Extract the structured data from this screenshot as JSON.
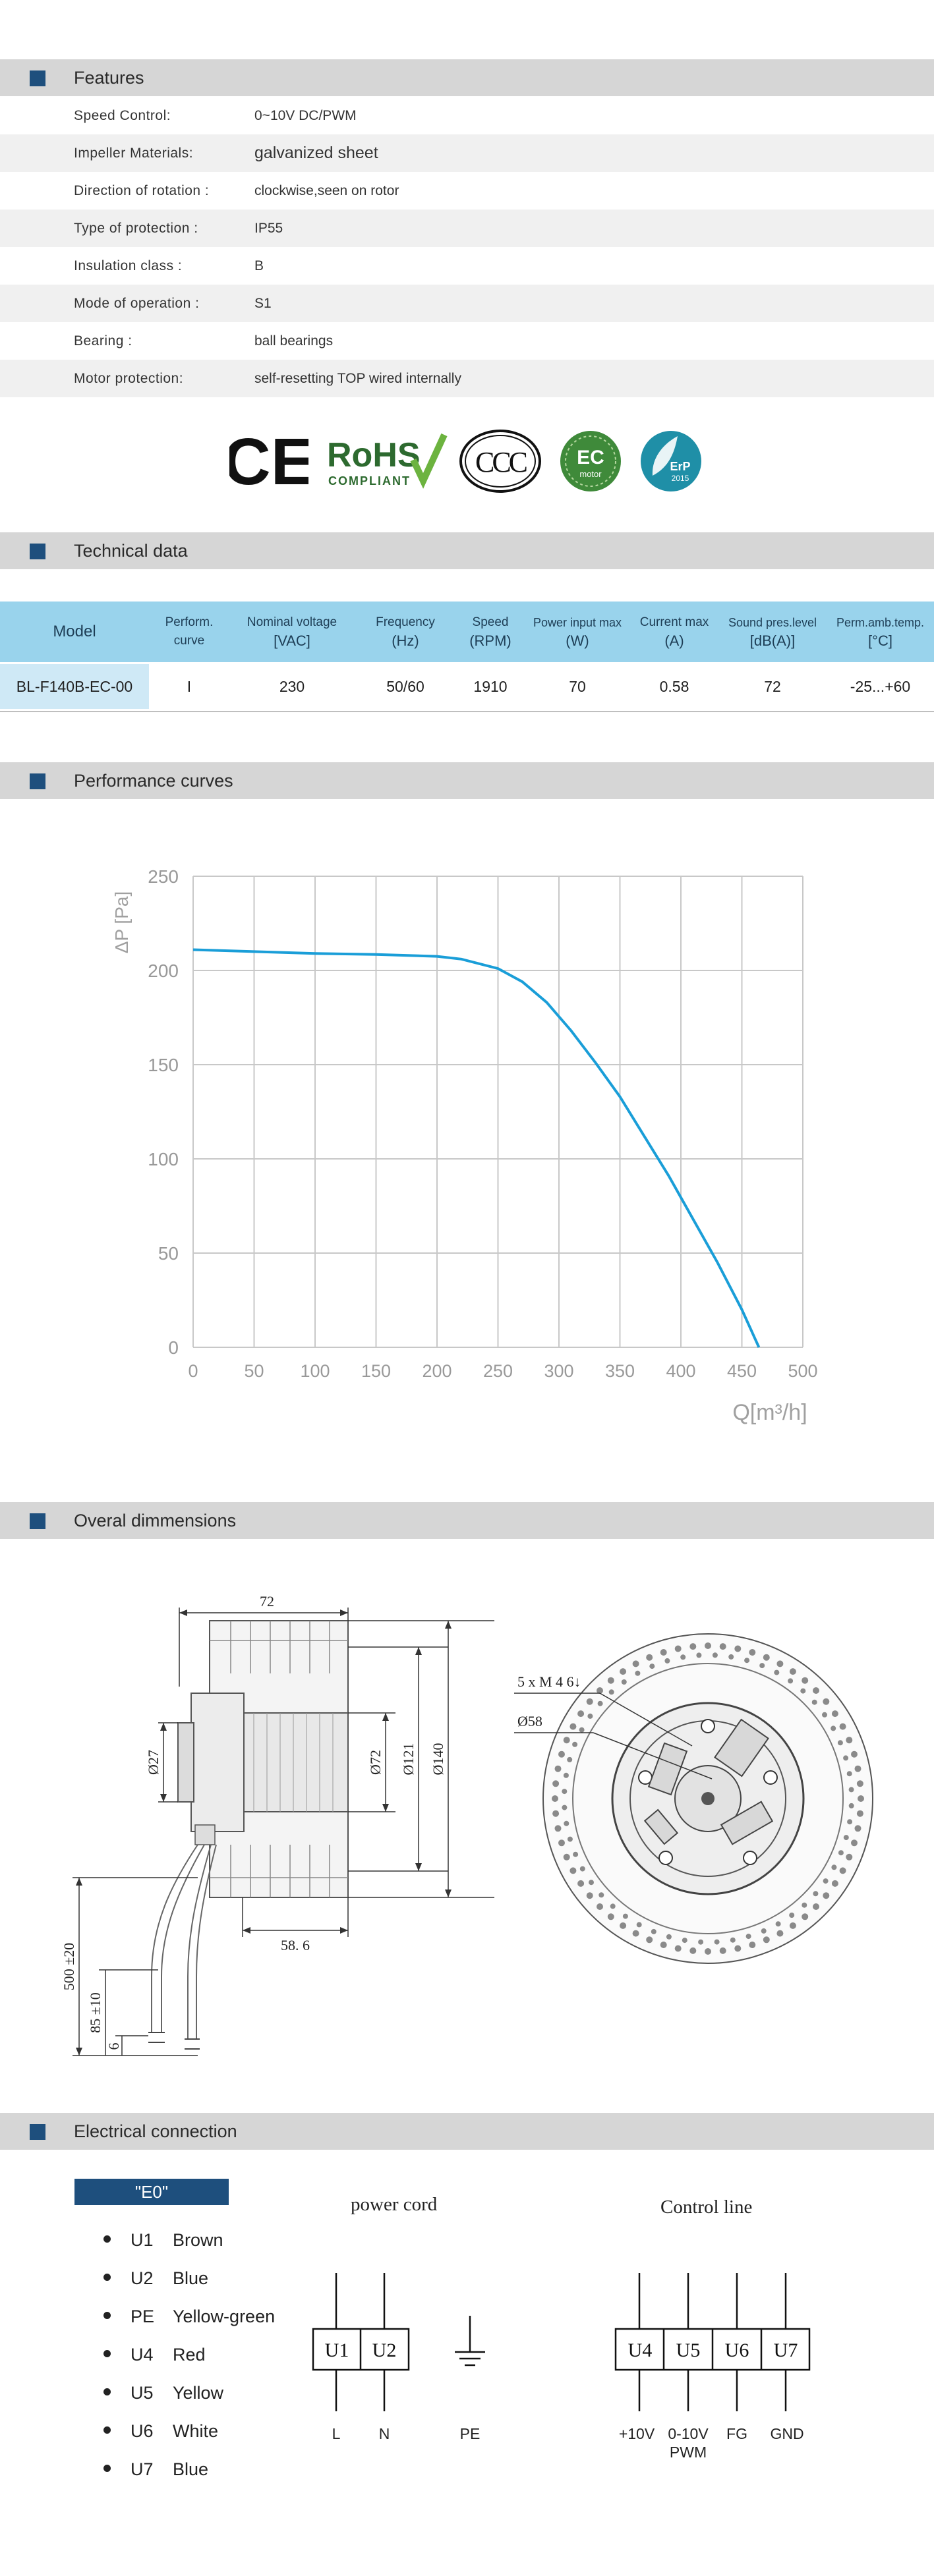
{
  "colors": {
    "section_bar": "#d6d6d6",
    "section_square": "#1e4f7d",
    "table_header": "#99d3ec",
    "model_cell": "#cfe9f6",
    "curve": "#1a9ed8",
    "grid": "#c8c8c8"
  },
  "sections": {
    "features": "Features",
    "technical": "Technical data",
    "performance": "Performance curves",
    "dimensions": "Overal dimmensions",
    "electrical": "Electrical  connection"
  },
  "features": [
    {
      "label": "Speed Control:",
      "value": "0~10V DC/PWM"
    },
    {
      "label": "Impeller Materials:",
      "value": "galvanized sheet"
    },
    {
      "label": "Direction  of  rotation  :",
      "value": "clockwise,seen on rotor"
    },
    {
      "label": "Type of protection :",
      "value": "IP55"
    },
    {
      "label": "Insulation  class :",
      "value": "B"
    },
    {
      "label": "Mode of operation :",
      "value": "S1"
    },
    {
      "label": "Bearing :",
      "value": "ball  bearings"
    },
    {
      "label": "Motor protection:",
      "value": "self-resetting TOP wired internally"
    }
  ],
  "certifications": {
    "ce": "CE",
    "rohs": "RoHS",
    "rohs_sub": "COMPLIANT",
    "ccc": "CCC",
    "ec": "EC",
    "ec_sub": "motor",
    "erp": "ErP",
    "erp_year": "2015"
  },
  "tech_table": {
    "headers": [
      {
        "line1": "Model",
        "line2": ""
      },
      {
        "line1": "Perform.",
        "line2": "curve"
      },
      {
        "line1": "Nominal  voltage",
        "line2": "[VAC]"
      },
      {
        "line1": "Frequency",
        "line2": "(Hz)"
      },
      {
        "line1": "Speed",
        "line2": "(RPM)"
      },
      {
        "line1": "Power input max",
        "line2": "(W)"
      },
      {
        "line1": "Current  max",
        "line2": "(A)"
      },
      {
        "line1": "Sound pres.level",
        "line2": "[dB(A)]"
      },
      {
        "line1": "Perm.amb.temp.",
        "line2": "[°C]"
      }
    ],
    "row": [
      "BL-F140B-EC-00",
      "I",
      "230",
      "50/60",
      "1910",
      "70",
      "0.58",
      "72",
      "-25...+60"
    ]
  },
  "chart_data": {
    "type": "line",
    "xlabel": "Q[m³/h]",
    "ylabel": "ΔP [Pa]",
    "xlim": [
      0,
      500
    ],
    "ylim": [
      0,
      250
    ],
    "x_ticks": [
      0,
      50,
      100,
      150,
      200,
      250,
      300,
      350,
      400,
      450,
      500
    ],
    "y_ticks": [
      0,
      50,
      100,
      150,
      200,
      250
    ],
    "grid": true,
    "series": [
      {
        "x": [
          0,
          50,
          100,
          150,
          200,
          220,
          250,
          270,
          290,
          310,
          330,
          350,
          370,
          390,
          410,
          430,
          450,
          464
        ],
        "y": [
          211,
          210,
          209,
          208.5,
          207.5,
          206,
          201,
          194,
          183,
          168,
          151,
          133,
          112,
          91,
          68,
          45,
          20,
          0
        ]
      }
    ]
  },
  "dimensions": {
    "width_top": "72",
    "depth_bottom": "58. 6",
    "dia_27": "Ø27",
    "dia_72": "Ø72",
    "dia_121": "Ø121",
    "dia_140": "Ø140",
    "cable_500": "500 ±20",
    "cable_85": "85 ±10",
    "strip_6": "6",
    "screws": "5 x M 4 6↓",
    "dia_58": "Ø58"
  },
  "electrical": {
    "code": "\"E0\"",
    "wires": [
      {
        "code": "U1",
        "color": "Brown"
      },
      {
        "code": "U2",
        "color": "Blue"
      },
      {
        "code": "PE",
        "color": "Yellow-green"
      },
      {
        "code": "U4",
        "color": "Red"
      },
      {
        "code": "U5",
        "color": "Yellow"
      },
      {
        "code": "U6",
        "color": "White"
      },
      {
        "code": "U7",
        "color": "Blue"
      }
    ],
    "power_cord": {
      "title": "power cord",
      "terminals": [
        "U1",
        "U2"
      ],
      "labels": [
        "L",
        "N",
        "PE"
      ]
    },
    "control_line": {
      "title": "Control line",
      "terminals": [
        "U4",
        "U5",
        "U6",
        "U7"
      ],
      "labels": [
        "+10V",
        "0-10V",
        "FG",
        "GND"
      ],
      "sub_label": "PWM"
    }
  }
}
